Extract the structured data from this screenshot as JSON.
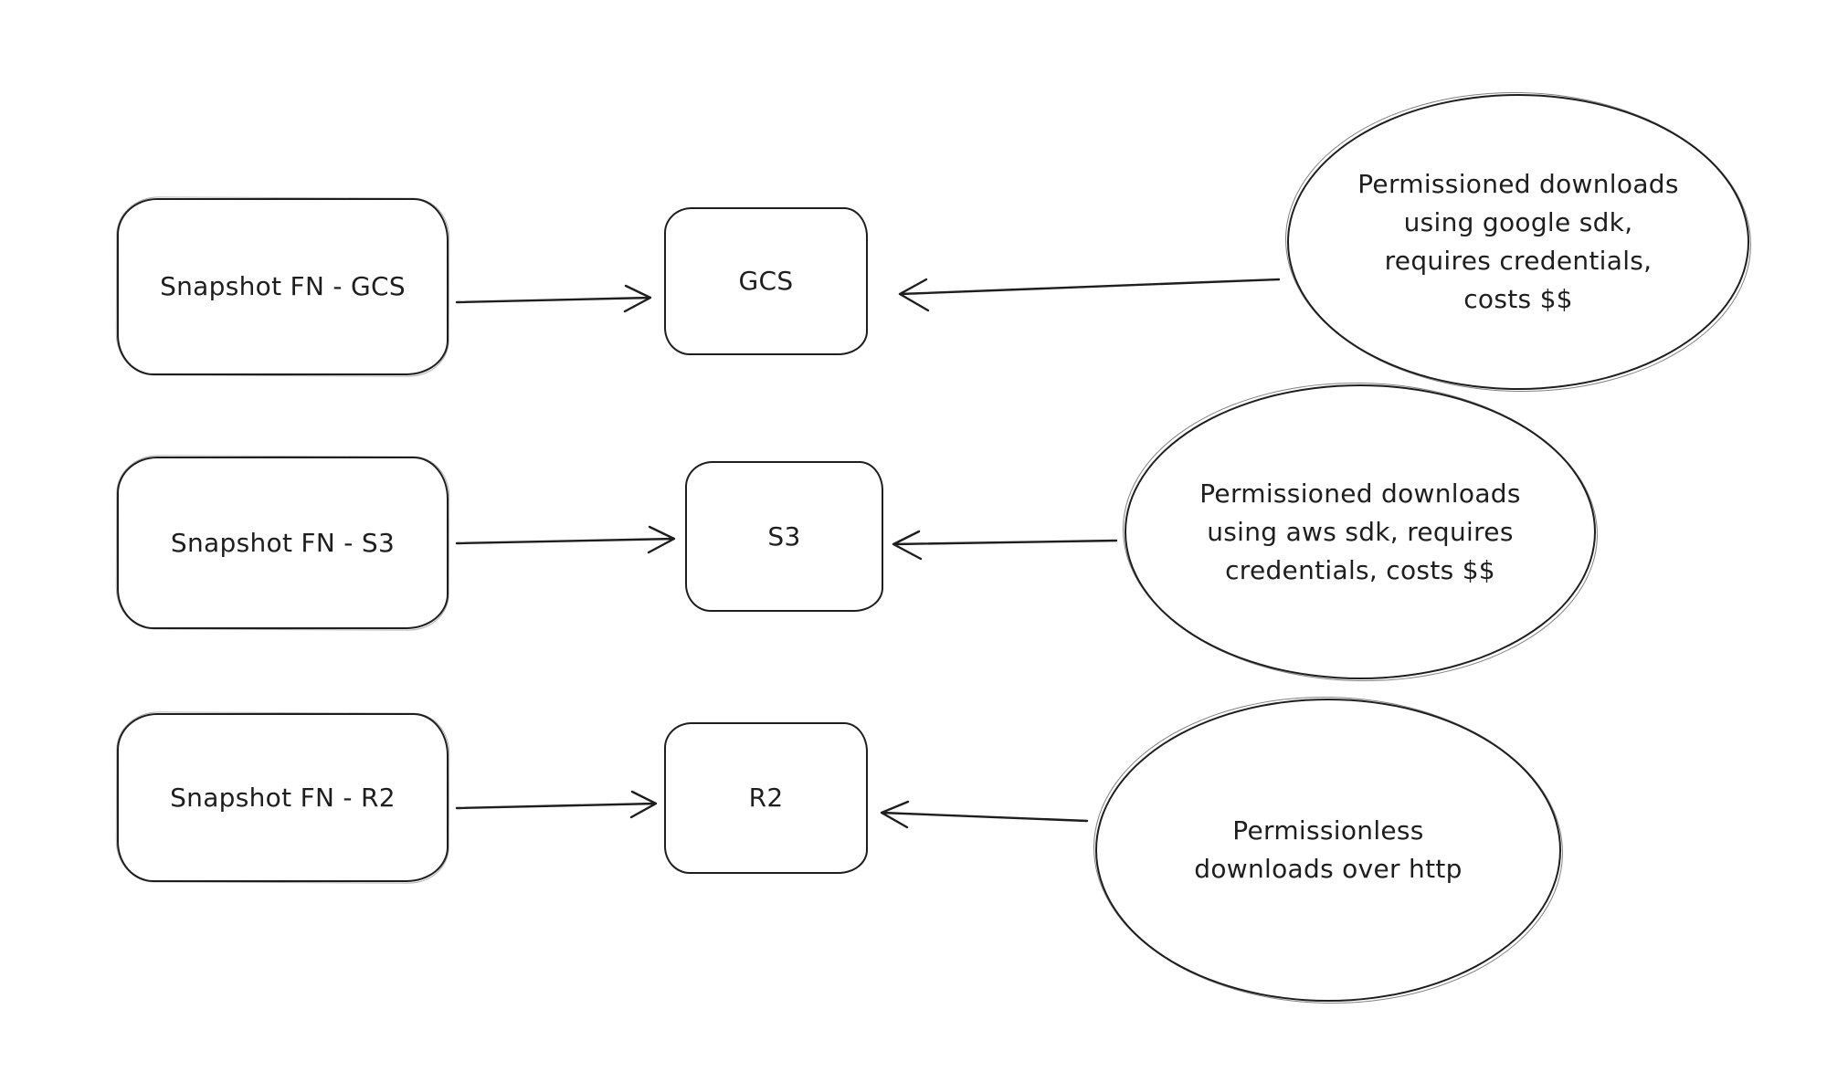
{
  "diagram": {
    "rows": [
      {
        "source": "Snapshot FN - GCS",
        "target": "GCS",
        "note": "Permissioned downloads\nusing google sdk,\nrequires credentials,\ncosts $$"
      },
      {
        "source": "Snapshot FN - S3",
        "target": "S3",
        "note": "Permissioned downloads\nusing aws sdk, requires\ncredentials, costs $$"
      },
      {
        "source": "Snapshot FN - R2",
        "target": "R2",
        "note": "Permissionless\ndownloads over http"
      }
    ],
    "colors": {
      "stroke": "#1e1e1e",
      "background": "#ffffff"
    }
  }
}
